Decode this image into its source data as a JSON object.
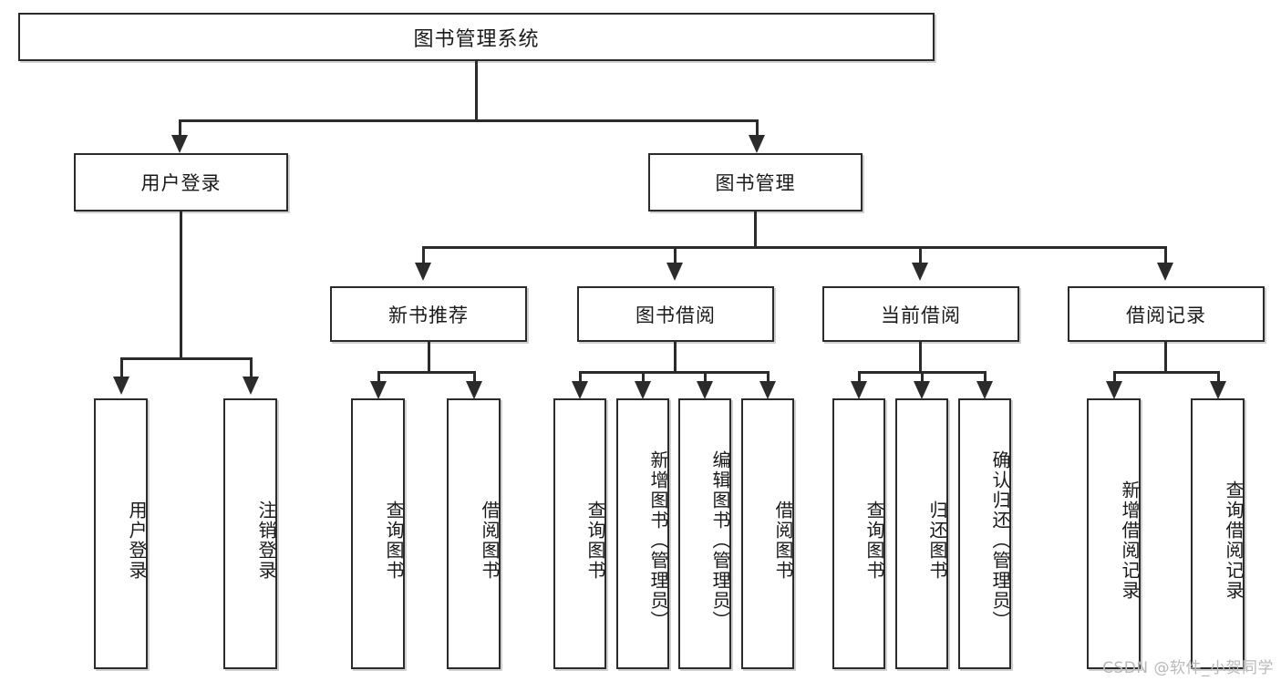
{
  "diagram": {
    "title": "图书管理系统",
    "type": "tree-hierarchy",
    "watermark": "CSDN @软件_小贺同学",
    "colors": {
      "stroke": "#2b2b2b",
      "fill": "#ffffff",
      "text": "#1a1a1a",
      "watermark": "#b9b9b9"
    },
    "root": {
      "label": "图书管理系统"
    },
    "level1": [
      {
        "label": "用户登录"
      },
      {
        "label": "图书管理"
      }
    ],
    "level2": [
      {
        "label": "新书推荐"
      },
      {
        "label": "图书借阅"
      },
      {
        "label": "当前借阅"
      },
      {
        "label": "借阅记录"
      }
    ],
    "leaves": {
      "user_login": [
        {
          "label": "用户登录"
        },
        {
          "label": "注销登录"
        }
      ],
      "new_book_recommend": [
        {
          "label": "查询图书"
        },
        {
          "label": "借阅图书"
        }
      ],
      "book_borrow": [
        {
          "label": "查询图书"
        },
        {
          "label": "新增图书（管理员）"
        },
        {
          "label": "编辑图书（管理员）"
        },
        {
          "label": "借阅图书"
        }
      ],
      "current_borrow": [
        {
          "label": "查询图书"
        },
        {
          "label": "归还图书"
        },
        {
          "label": "确认归还（管理员）"
        }
      ],
      "borrow_record": [
        {
          "label": "新增借阅记录"
        },
        {
          "label": "查询借阅记录"
        }
      ]
    }
  }
}
